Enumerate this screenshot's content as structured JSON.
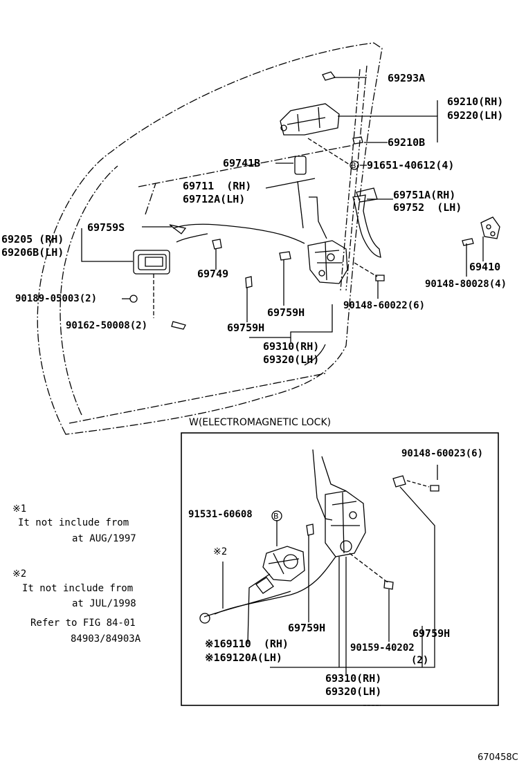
{
  "upper": {
    "p69293A": "69293A",
    "p69210": "69210(RH)",
    "p69220": "69220(LH)",
    "p69210B": "69210B",
    "p69741B": "69741B",
    "p91651": "91651-40612(4)",
    "p69711": "69711  (RH)",
    "p69712A": "69712A(LH)",
    "p69751A": "69751A(RH)",
    "p69752": "69752  (LH)",
    "p69759S": "69759S",
    "p69205": "69205 (RH)",
    "p69206B": "69206B(LH)",
    "p69749": "69749",
    "p69410": "69410",
    "p90148_28": "90148-80028(4)",
    "p90189": "90189-05003(2)",
    "p69759H_a": "69759H",
    "p90148_22": "90148-60022(6)",
    "p90162": "90162-50008(2)",
    "p69759H_b": "69759H",
    "p69310": "69310(RH)",
    "p69320": "69320(LH)"
  },
  "inset": {
    "title": "W(ELECTROMAGNETIC LOCK)",
    "p90148_23": "90148-60023(6)",
    "p91531": "91531-60608",
    "note2_mark": "※2",
    "p69759H_a": "69759H",
    "p69759H_b": "69759H",
    "p90159": "90159-40202",
    "p90159_qty": "(2)",
    "p69110": "※169110  (RH)",
    "p69120A": "※169120A(LH)",
    "p69310": "69310(RH)",
    "p69320": "69320(LH)"
  },
  "notes": {
    "n1_mark": "※1",
    "n1_line1": "It not include from",
    "n1_line2": "at AUG/1997",
    "n2_mark": "※2",
    "n2_line1": "It not include from",
    "n2_line2": "at JUL/1998",
    "refer_line1": "Refer to FIG 84-01",
    "refer_line2": "84903/84903A"
  },
  "figure_code": "670458C",
  "bolt_mark": "B"
}
